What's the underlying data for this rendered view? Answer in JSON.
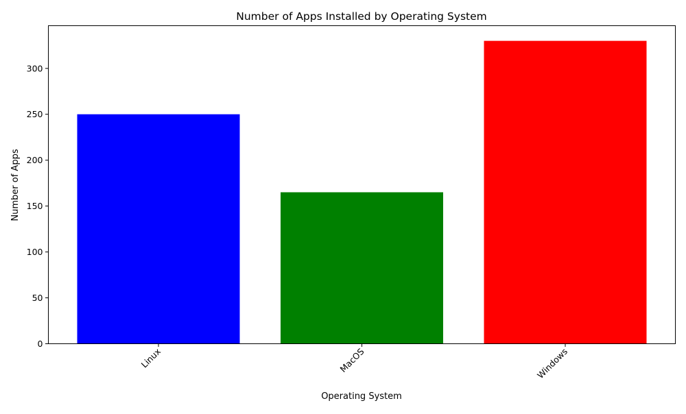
{
  "chart_data": {
    "type": "bar",
    "title": "Number of Apps Installed by Operating System",
    "xlabel": "Operating System",
    "ylabel": "Number of Apps",
    "categories": [
      "Linux",
      "MacOS",
      "Windows"
    ],
    "values": [
      250,
      165,
      330
    ],
    "colors": [
      "#0000ff",
      "#008000",
      "#ff0000"
    ],
    "ylim": [
      0,
      346.5
    ],
    "yticks": [
      0,
      50,
      100,
      150,
      200,
      250,
      300
    ],
    "ytick_labels": [
      "0",
      "50",
      "100",
      "150",
      "200",
      "250",
      "300"
    ],
    "grid": false,
    "legend": "none",
    "xtick_rotation_deg": 45
  }
}
